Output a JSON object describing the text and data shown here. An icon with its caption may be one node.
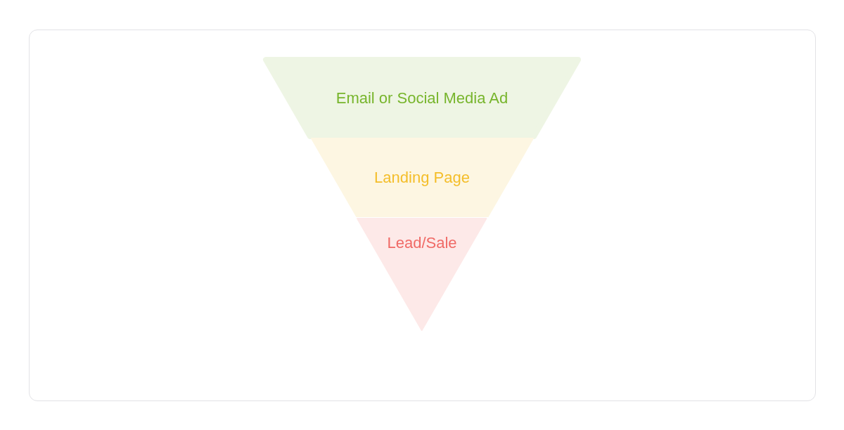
{
  "diagram": {
    "nodes": [
      {
        "text": [
          "Email or Social Media Ad"
        ]
      },
      {
        "text": [
          "Landing Page"
        ]
      },
      {
        "text": [
          "Lead/Sale"
        ]
      }
    ]
  }
}
